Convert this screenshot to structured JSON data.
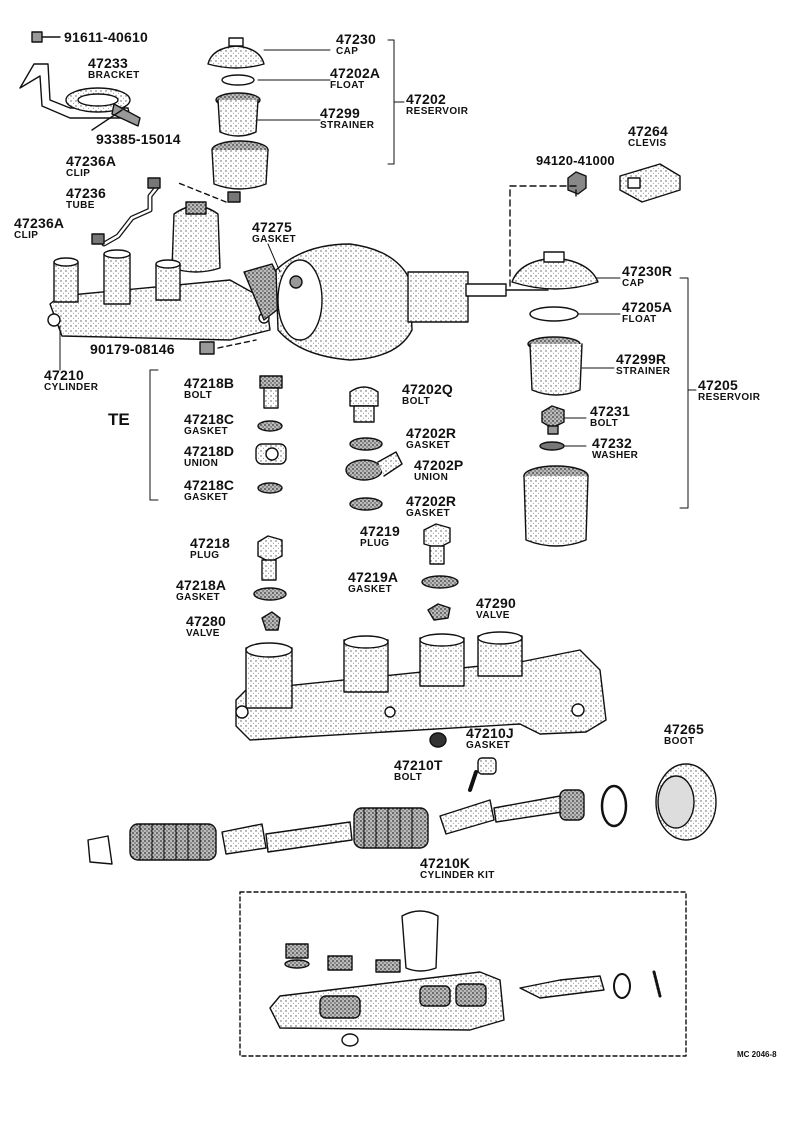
{
  "diagram": {
    "parts": [
      {
        "id": "p91611",
        "number": "91611-40610",
        "name": ""
      },
      {
        "id": "p47233",
        "number": "47233",
        "name": "BRACKET"
      },
      {
        "id": "p93385",
        "number": "93385-15014",
        "name": ""
      },
      {
        "id": "p47236A_top",
        "number": "47236A",
        "name": "CLIP"
      },
      {
        "id": "p47236",
        "number": "47236",
        "name": "TUBE"
      },
      {
        "id": "p47236A_bot",
        "number": "47236A",
        "name": "CLIP"
      },
      {
        "id": "p47230",
        "number": "47230",
        "name": "CAP"
      },
      {
        "id": "p47202A",
        "number": "47202A",
        "name": "FLOAT"
      },
      {
        "id": "p47299",
        "number": "47299",
        "name": "STRAINER"
      },
      {
        "id": "p47202",
        "number": "47202",
        "name": "RESERVOIR"
      },
      {
        "id": "p47275",
        "number": "47275",
        "name": "GASKET"
      },
      {
        "id": "p47264",
        "number": "47264",
        "name": "CLEVIS"
      },
      {
        "id": "p94120",
        "number": "94120-41000",
        "name": ""
      },
      {
        "id": "p47230R",
        "number": "47230R",
        "name": "CAP"
      },
      {
        "id": "p47205A",
        "number": "47205A",
        "name": "FLOAT"
      },
      {
        "id": "p47299R",
        "number": "47299R",
        "name": "STRAINER"
      },
      {
        "id": "p47205",
        "number": "47205",
        "name": "RESERVOIR"
      },
      {
        "id": "p47231",
        "number": "47231",
        "name": "BOLT"
      },
      {
        "id": "p47232",
        "number": "47232",
        "name": "WASHER"
      },
      {
        "id": "p90179",
        "number": "90179-08146",
        "name": ""
      },
      {
        "id": "p47210",
        "number": "47210",
        "name": "CYLINDER"
      },
      {
        "id": "p47218B",
        "number": "47218B",
        "name": "BOLT"
      },
      {
        "id": "p47218C_1",
        "number": "47218C",
        "name": "GASKET"
      },
      {
        "id": "p47218D",
        "number": "47218D",
        "name": "UNION"
      },
      {
        "id": "p47218C_2",
        "number": "47218C",
        "name": "GASKET"
      },
      {
        "id": "p47202Q",
        "number": "47202Q",
        "name": "BOLT"
      },
      {
        "id": "p47202R_1",
        "number": "47202R",
        "name": "GASKET"
      },
      {
        "id": "p47202P",
        "number": "47202P",
        "name": "UNION"
      },
      {
        "id": "p47202R_2",
        "number": "47202R",
        "name": "GASKET"
      },
      {
        "id": "p47218",
        "number": "47218",
        "name": "PLUG"
      },
      {
        "id": "p47218A",
        "number": "47218A",
        "name": "GASKET"
      },
      {
        "id": "p47280",
        "number": "47280",
        "name": "VALVE"
      },
      {
        "id": "p47219",
        "number": "47219",
        "name": "PLUG"
      },
      {
        "id": "p47219A",
        "number": "47219A",
        "name": "GASKET"
      },
      {
        "id": "p47290",
        "number": "47290",
        "name": "VALVE"
      },
      {
        "id": "p47210J",
        "number": "47210J",
        "name": "GASKET"
      },
      {
        "id": "p47210T",
        "number": "47210T",
        "name": "BOLT"
      },
      {
        "id": "p47265",
        "number": "47265",
        "name": "BOOT"
      },
      {
        "id": "p47210K",
        "number": "47210K",
        "name": "CYLINDER KIT"
      }
    ],
    "te_mark": "TE",
    "figure_code": "MC 2046-8"
  },
  "colors": {
    "ink": "#111111",
    "paper": "#ffffff",
    "shade": "#9a9a9a"
  }
}
